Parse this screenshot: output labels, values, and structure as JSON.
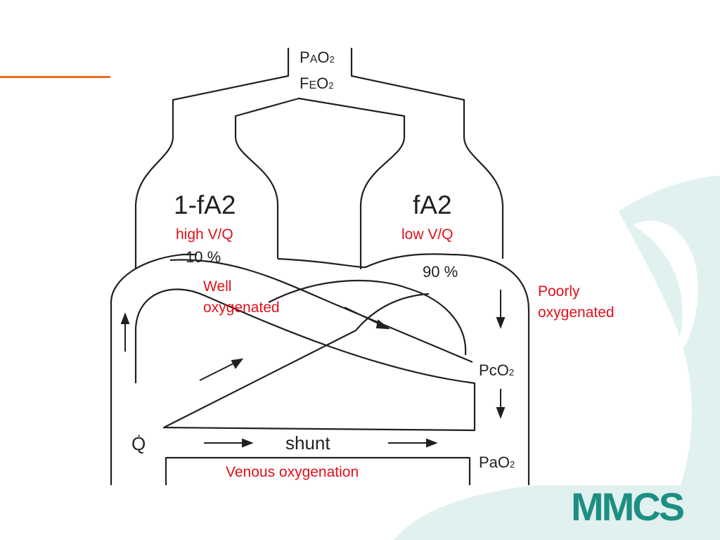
{
  "diagram": {
    "inspired": {
      "prefix": "P",
      "sub": "A",
      "main": "O",
      "subscript": "2"
    },
    "expired": {
      "prefix": "F",
      "sub": "E",
      "main": "O",
      "subscript": "2"
    },
    "left_unit": {
      "title": "1-fA2",
      "note": "high V/Q",
      "percent": "10 %"
    },
    "right_unit": {
      "title": "fA2",
      "note": "low V/Q",
      "percent": "90 %"
    },
    "well_oxygenated": {
      "line1": "Well",
      "line2": "oxygenated"
    },
    "poorly_oxygenated": {
      "line1": "Poorly",
      "line2": "oxygenated"
    },
    "capillary": {
      "prefix": "Pc",
      "main": "O",
      "subscript": "2"
    },
    "arterial": {
      "prefix": "Pa",
      "main": "O",
      "subscript": "2"
    },
    "flow": {
      "symbol": "Q"
    },
    "shunt_label": "shunt",
    "venous_label": "Venous oxygenation"
  },
  "colors": {
    "annotation": "#e0101a",
    "accent_line": "#ee6a1e",
    "logo": "#1d8f82",
    "swirl": "#e1f1ef"
  },
  "logo": {
    "text": "MMCS"
  }
}
